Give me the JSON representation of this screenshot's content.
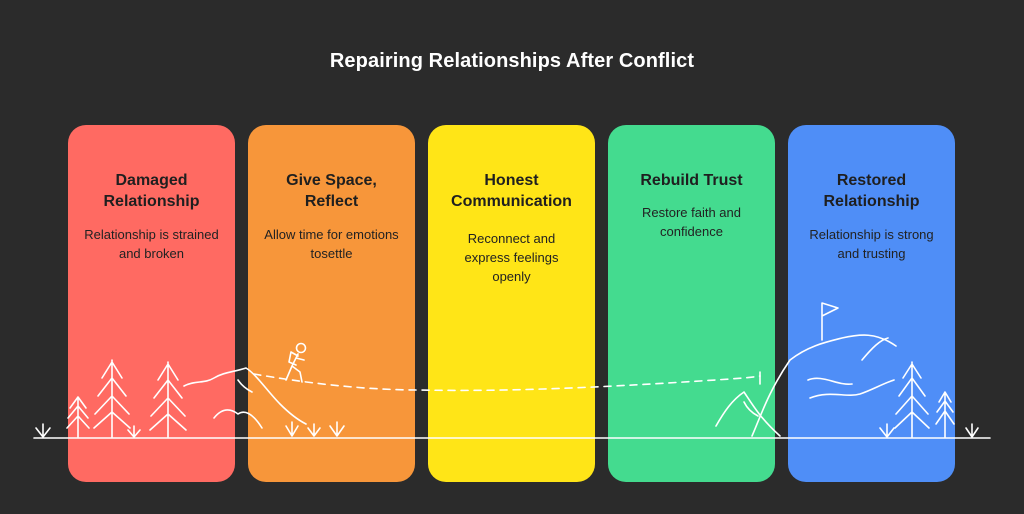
{
  "title": "Repairing Relationships After Conflict",
  "stages": [
    {
      "title": "Damaged Relationship",
      "description": "Relationship is strained and broken",
      "color": "#ff6a62"
    },
    {
      "title": "Give Space, Reflect",
      "description": "Allow time for emotions tosettle",
      "color": "#f7963a"
    },
    {
      "title": "Honest Communication",
      "description": "Reconnect and express feelings openly",
      "color": "#ffe517"
    },
    {
      "title": "Rebuild Trust",
      "description": "Restore faith and confidence",
      "color": "#44db8f"
    },
    {
      "title": "Restored Relationship",
      "description": "Relationship is strong and trusting",
      "color": "#4f8ef7"
    }
  ],
  "icons": {
    "trees": "pine-tree-icon",
    "mountains": "mountain-icon",
    "hiker": "hiker-icon",
    "flag": "summit-flag-icon",
    "path": "dashed-path",
    "grass": "grass-tuft-icon"
  }
}
